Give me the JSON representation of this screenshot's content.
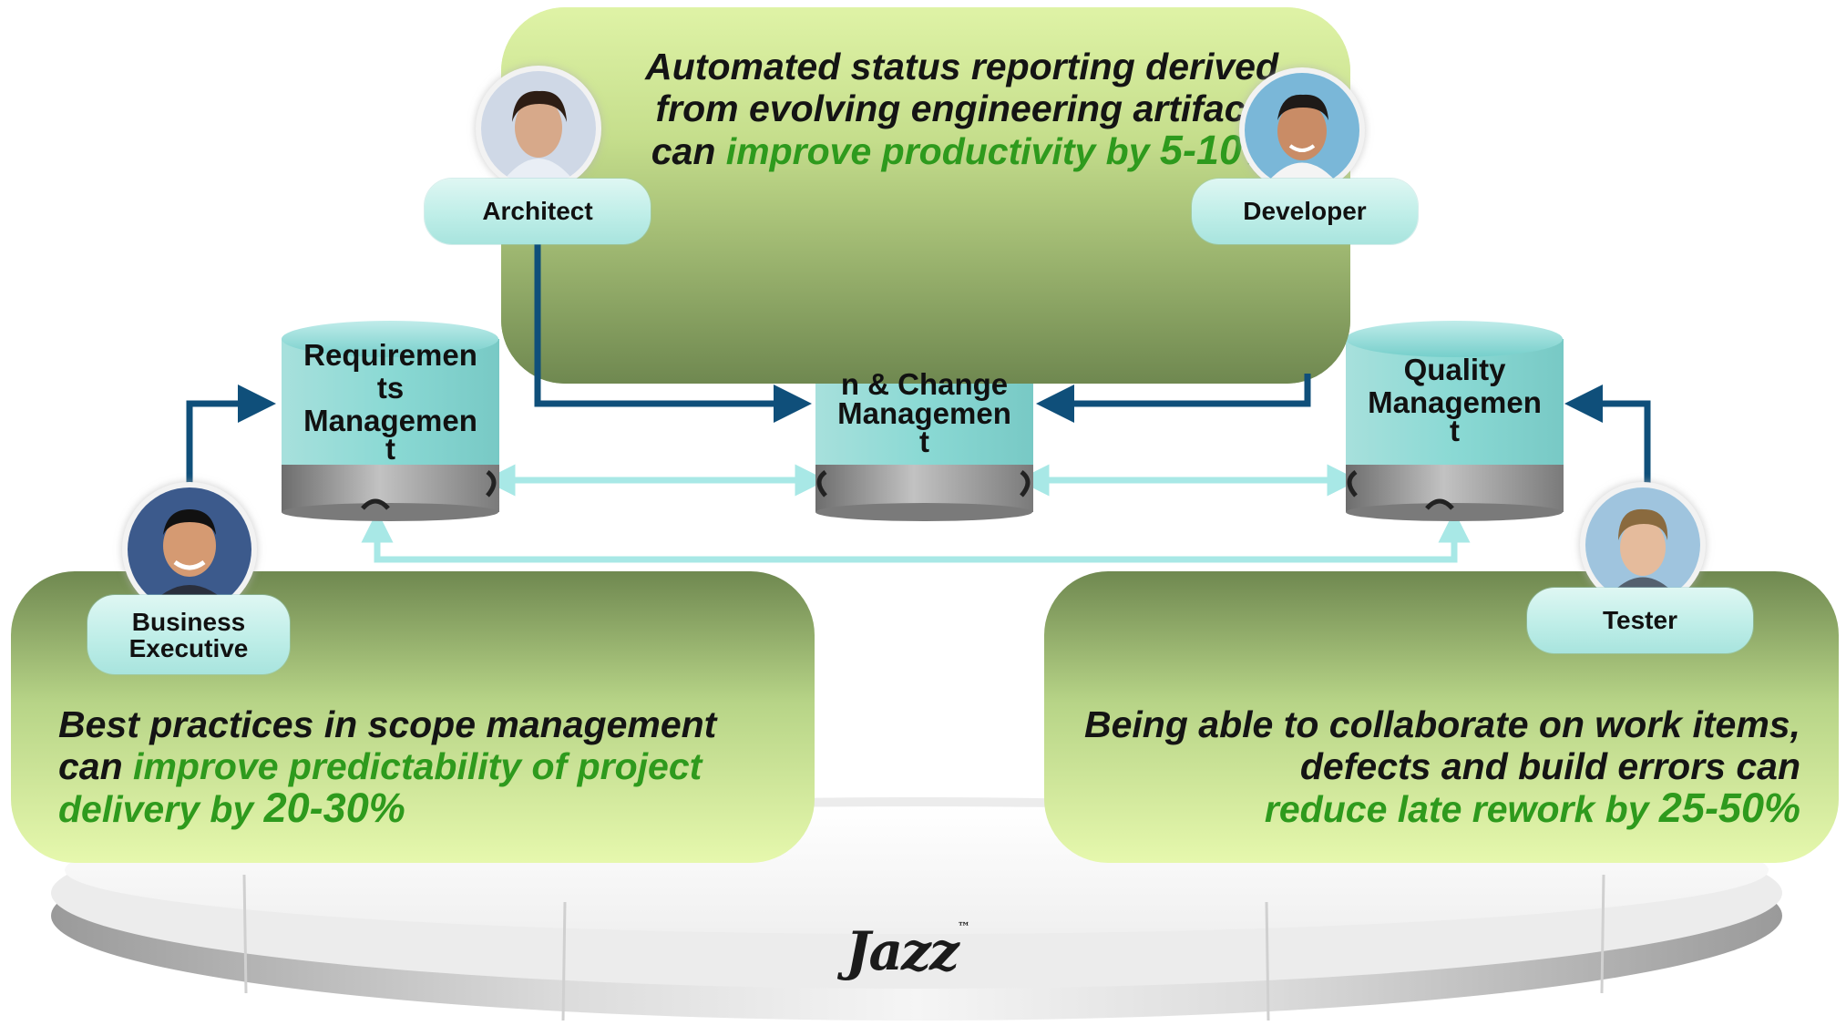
{
  "callouts": {
    "top": {
      "line1": "Automated status reporting derived",
      "line2": "from evolving engineering artifacts",
      "line3_prefix": "can ",
      "line3_green": "improve productivity by ",
      "line3_big": "5-10%"
    },
    "left": {
      "line1": "Best practices in scope management",
      "line2_prefix": "can ",
      "line2_green": "improve predictability of project",
      "line3_green": "delivery by ",
      "line3_big": "20-30%"
    },
    "right": {
      "line1": "Being able to collaborate on work items,",
      "line2": "defects and build errors can",
      "line3_green": "reduce late rework by ",
      "line3_big": "25-50%"
    }
  },
  "roles": {
    "architect": "Architect",
    "developer": "Developer",
    "business_line1": "Business",
    "business_line2": "Executive",
    "tester": "Tester"
  },
  "databases": {
    "requirements": {
      "l1": "Requiremen",
      "l2": "ts",
      "l3": "Managemen",
      "l4": "t"
    },
    "change": {
      "l1": "n & Change",
      "l2": "Managemen",
      "l3": "t"
    },
    "quality": {
      "l1": "Quality",
      "l2": "Managemen",
      "l3": "t"
    }
  },
  "logo": {
    "text": "Jazz",
    "tm": "™"
  },
  "colors": {
    "callout_top": "#dff3a6",
    "callout_bottom": "#6f8850",
    "green_text": "#2e9a1d",
    "arrow_dark": "#0f4f7a",
    "arrow_light": "#a8e8e6",
    "db_top": "#7dd3cf",
    "db_bottom": "#8a8a8a"
  }
}
